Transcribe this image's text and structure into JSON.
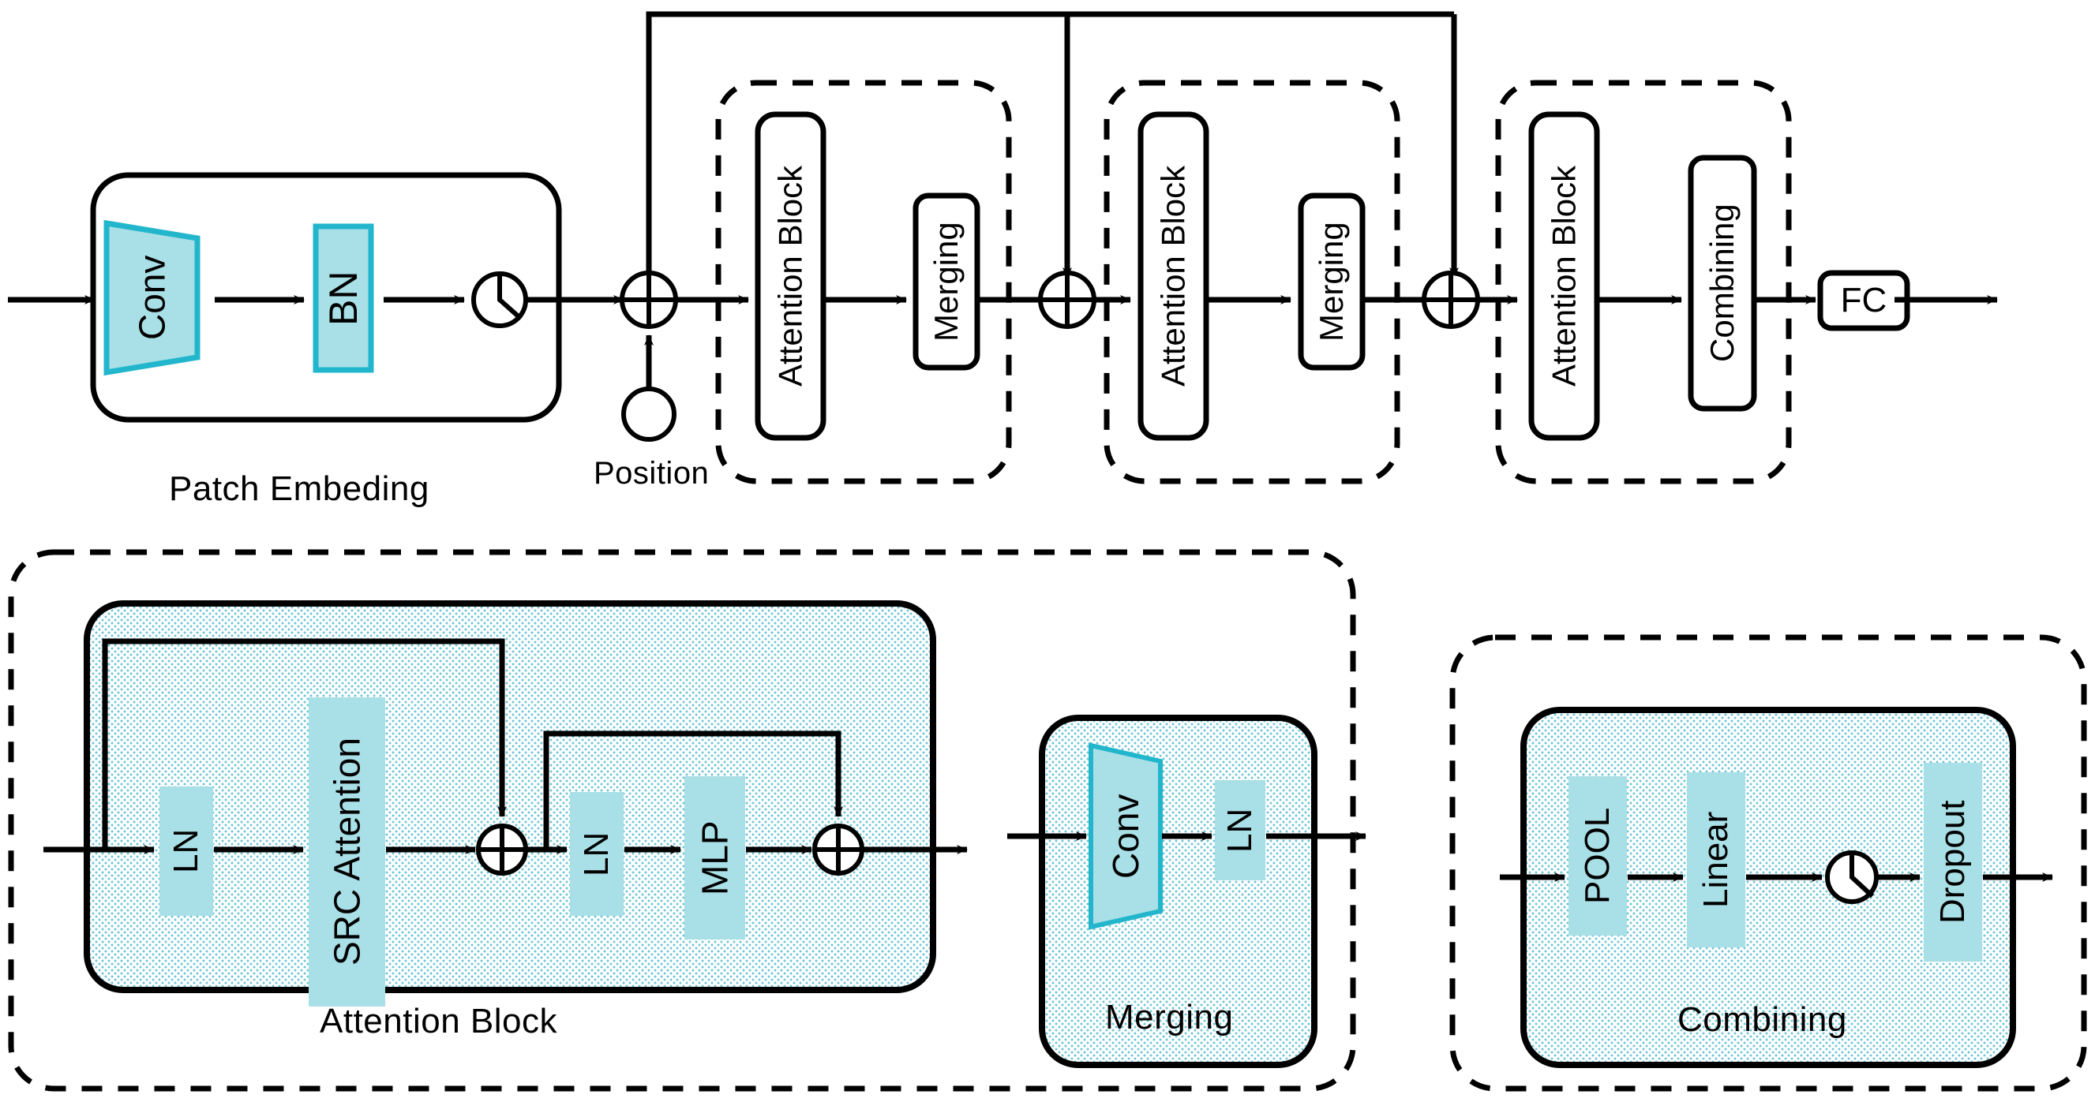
{
  "figure": {
    "title": "Transformer network architecture diagram",
    "colors": {
      "cyan_fill": "#a9dfe6",
      "cyan_border": "#22b6cc",
      "panel_tint": "#d9f0f5",
      "line": "#000000",
      "background": "#ffffff"
    }
  },
  "top_row": {
    "patch_embedding": {
      "caption": "Patch Embeding",
      "blocks": [
        {
          "label": "Conv",
          "shape": "trapezoid"
        },
        {
          "label": "BN",
          "shape": "rect"
        },
        {
          "label": "activation-icon",
          "shape": "circle-activation"
        }
      ]
    },
    "position": {
      "label": "Position",
      "node": "empty-circle"
    },
    "adders": [
      {
        "name": "adder-1",
        "symbol": "⊕"
      },
      {
        "name": "adder-2",
        "symbol": "⊕"
      },
      {
        "name": "adder-3",
        "symbol": "⊕"
      }
    ],
    "stages": [
      {
        "name": "stage-1",
        "blocks": [
          "Attention Block",
          "Merging"
        ]
      },
      {
        "name": "stage-2",
        "blocks": [
          "Attention Block",
          "Merging"
        ]
      },
      {
        "name": "stage-3",
        "blocks": [
          "Attention Block",
          "Combining"
        ]
      }
    ],
    "output": {
      "label": "FC"
    }
  },
  "bottom_row": {
    "attention_block": {
      "caption": "Attention Block",
      "blocks": [
        {
          "label": "LN",
          "shape": "rect"
        },
        {
          "label": "SRC Attention",
          "shape": "rect"
        },
        {
          "label": "⊕",
          "shape": "adder"
        },
        {
          "label": "LN",
          "shape": "rect"
        },
        {
          "label": "MLP",
          "shape": "rect"
        },
        {
          "label": "⊕",
          "shape": "adder"
        }
      ]
    },
    "merging": {
      "caption": "Merging",
      "blocks": [
        {
          "label": "Conv",
          "shape": "trapezoid"
        },
        {
          "label": "LN",
          "shape": "rect"
        }
      ]
    },
    "combining": {
      "caption": "Combining",
      "blocks": [
        {
          "label": "POOL",
          "shape": "rect"
        },
        {
          "label": "Linear",
          "shape": "rect"
        },
        {
          "label": "activation-icon",
          "shape": "circle-activation"
        },
        {
          "label": "Dropout",
          "shape": "rect"
        }
      ]
    }
  }
}
